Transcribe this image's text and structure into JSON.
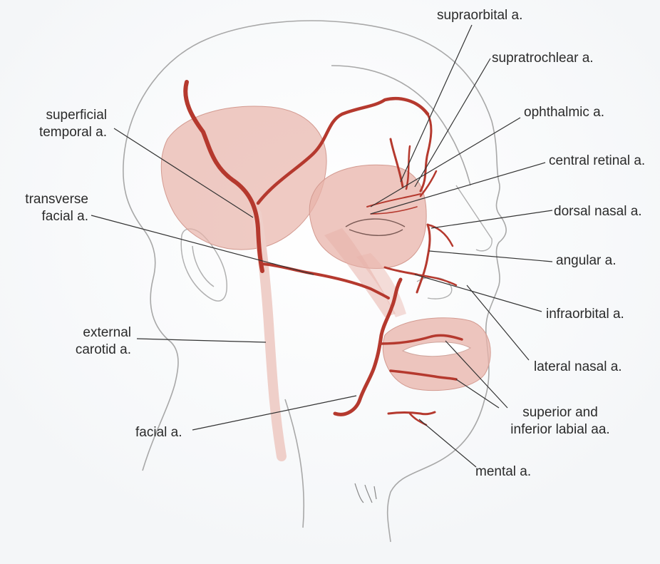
{
  "labels": {
    "supraorbital": "supraorbital a.",
    "supratrochlear": "supratrochlear a.",
    "ophthalmic": "ophthalmic a.",
    "central_retinal": "central retinal a.",
    "dorsal_nasal": "dorsal nasal a.",
    "angular": "angular a.",
    "infraorbital": "infraorbital a.",
    "lateral_nasal": "lateral nasal a.",
    "labial_line1": "superior and",
    "labial_line2": "inferior labial aa.",
    "mental": "mental a.",
    "superficial_temporal_line1": "superficial",
    "superficial_temporal_line2": "temporal a.",
    "transverse_facial_line1": "transverse",
    "transverse_facial_line2": "facial a.",
    "external_carotid_line1": "external",
    "external_carotid_line2": "carotid a.",
    "facial": "facial a."
  },
  "colors": {
    "artery": "#b5392e",
    "muscle": "#e8b3aa",
    "outline": "#9a9a9a",
    "leader": "#333333",
    "text": "#2b2b2b"
  }
}
